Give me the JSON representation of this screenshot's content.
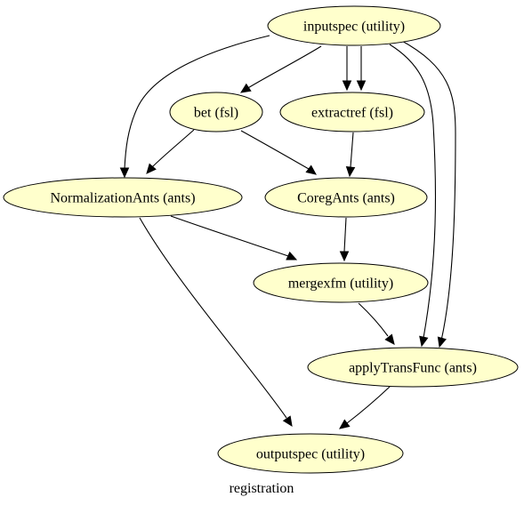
{
  "graph": {
    "label": "registration",
    "nodes": [
      {
        "id": "inputspec",
        "label": "inputspec (utility)"
      },
      {
        "id": "bet",
        "label": "bet (fsl)"
      },
      {
        "id": "extractref",
        "label": "extractref (fsl)"
      },
      {
        "id": "normants",
        "label": "NormalizationAnts (ants)"
      },
      {
        "id": "coregants",
        "label": "CoregAnts (ants)"
      },
      {
        "id": "mergexfm",
        "label": "mergexfm (utility)"
      },
      {
        "id": "applytransfunc",
        "label": "applyTransFunc (ants)"
      },
      {
        "id": "outputspec",
        "label": "outputspec (utility)"
      }
    ],
    "edges": [
      {
        "from": "inputspec",
        "to": "bet"
      },
      {
        "from": "inputspec",
        "to": "normants"
      },
      {
        "from": "inputspec",
        "to": "extractref"
      },
      {
        "from": "inputspec",
        "to": "extractref"
      },
      {
        "from": "inputspec",
        "to": "applytransfunc"
      },
      {
        "from": "inputspec",
        "to": "applytransfunc"
      },
      {
        "from": "bet",
        "to": "normants"
      },
      {
        "from": "bet",
        "to": "coregants"
      },
      {
        "from": "extractref",
        "to": "coregants"
      },
      {
        "from": "normants",
        "to": "mergexfm"
      },
      {
        "from": "normants",
        "to": "outputspec"
      },
      {
        "from": "coregants",
        "to": "mergexfm"
      },
      {
        "from": "mergexfm",
        "to": "applytransfunc"
      },
      {
        "from": "applytransfunc",
        "to": "outputspec"
      }
    ],
    "colors": {
      "node_fill": "#ffffcc",
      "stroke": "#000000"
    }
  }
}
